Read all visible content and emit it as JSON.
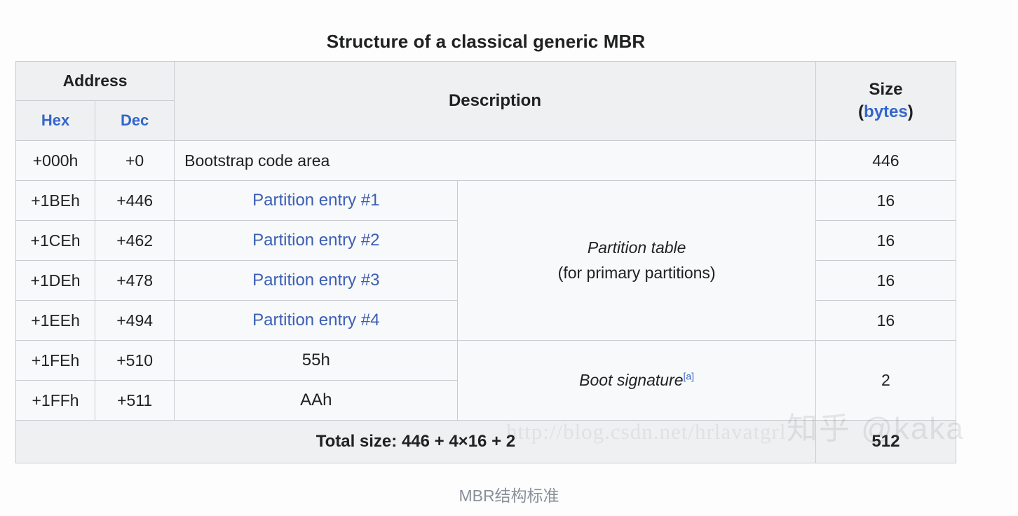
{
  "table": {
    "title": "Structure of a classical generic MBR",
    "headers": {
      "address": "Address",
      "hex": "Hex",
      "dec": "Dec",
      "description": "Description",
      "size_line1": "Size",
      "size_paren_open": "(",
      "size_unit": "bytes",
      "size_paren_close": ")"
    },
    "rows": [
      {
        "hex": "+000h",
        "dec": "+0",
        "desc": "Bootstrap code area",
        "size": "446"
      },
      {
        "hex": "+1BEh",
        "dec": "+446",
        "desc": "Partition entry #1",
        "size": "16"
      },
      {
        "hex": "+1CEh",
        "dec": "+462",
        "desc": "Partition entry #2",
        "size": "16"
      },
      {
        "hex": "+1DEh",
        "dec": "+478",
        "desc": "Partition entry #3",
        "size": "16"
      },
      {
        "hex": "+1EEh",
        "dec": "+494",
        "desc": "Partition entry #4",
        "size": "16"
      },
      {
        "hex": "+1FEh",
        "dec": "+510",
        "desc": "55h",
        "size": "2"
      },
      {
        "hex": "+1FFh",
        "dec": "+511",
        "desc": "AAh",
        "size": ""
      }
    ],
    "groups": {
      "partition_table_line1": "Partition table",
      "partition_table_line2": "(for primary partitions)",
      "boot_signature": "Boot signature",
      "boot_signature_ref": "[a]"
    },
    "footer": {
      "total_label": "Total size: 446 + 4×16 + 2",
      "total_size": "512"
    }
  },
  "watermarks": {
    "url": "http://blog.csdn.net/hrlavatgrl",
    "zhihu": "知乎 @kaka"
  },
  "caption": "MBR结构标准",
  "colors": {
    "link": "#3366cc",
    "partition_link": "#3b5fb5",
    "header_bg": "#eff0f1",
    "cell_bg": "#f8f9fa",
    "border": "#c8ccd1",
    "outer_border": "#a2a9b1",
    "text": "#202122",
    "caption": "#8a8f99"
  }
}
